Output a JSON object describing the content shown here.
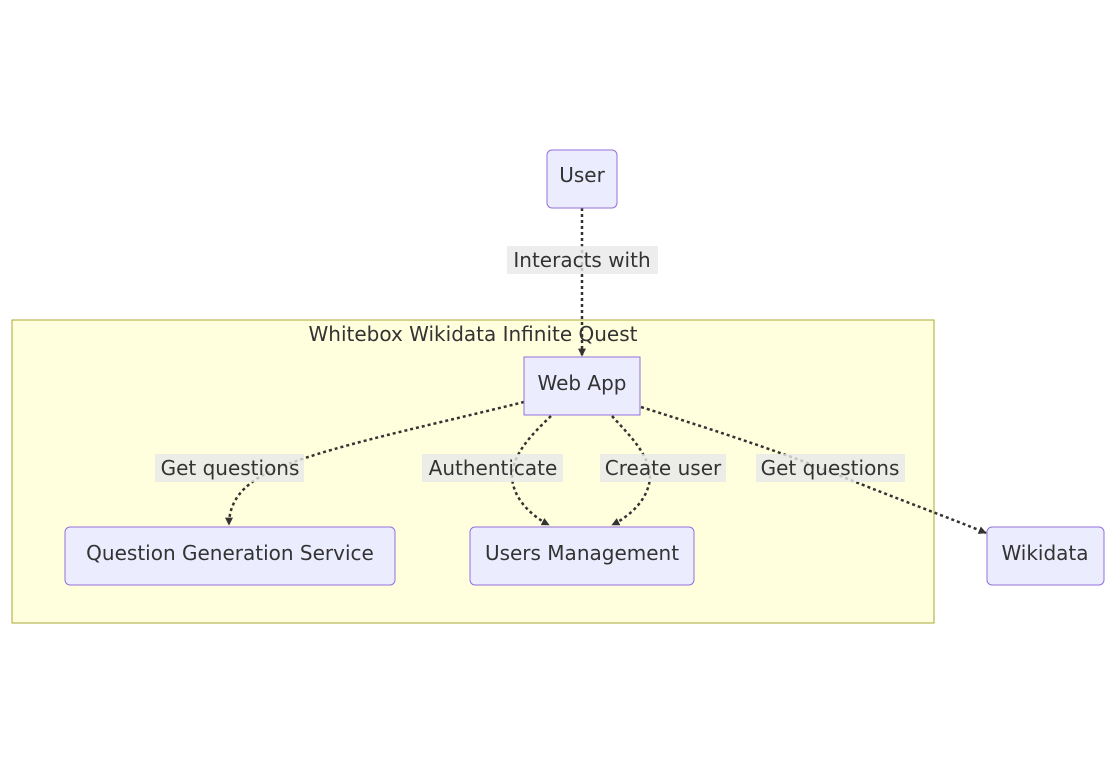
{
  "diagram": {
    "cluster": {
      "title": "Whitebox Wikidata Infinite Quest"
    },
    "nodes": {
      "user": "User",
      "web_app": "Web App",
      "question_generation_service": "Question Generation Service",
      "users_management": "Users Management",
      "wikidata": "Wikidata"
    },
    "edges": {
      "interacts_with": "Interacts with",
      "get_questions_qgs": "Get questions",
      "authenticate": "Authenticate",
      "create_user": "Create user",
      "get_questions_wikidata": "Get questions"
    }
  }
}
